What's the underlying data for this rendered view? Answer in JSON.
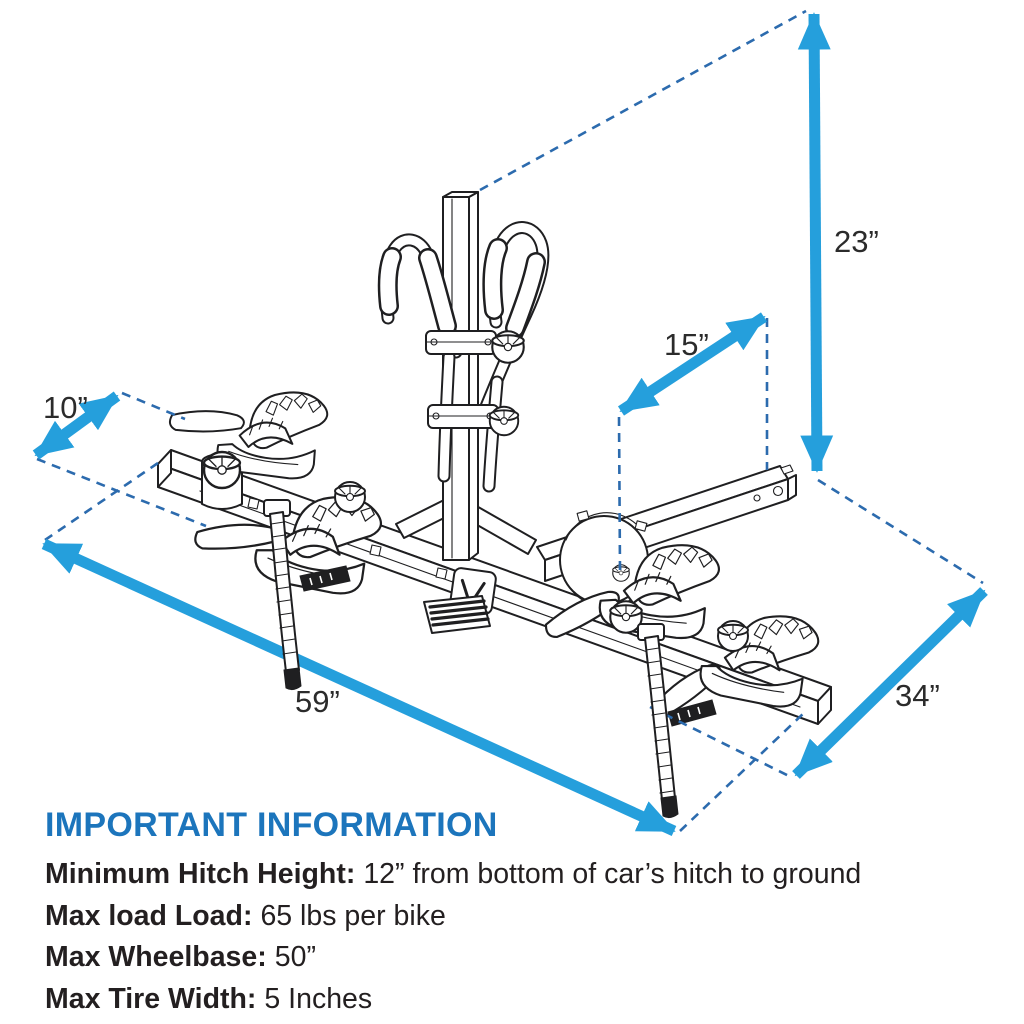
{
  "colors": {
    "arrow_blue": "#259FDC",
    "guide_blue": "#2C6BAE",
    "heading_blue": "#1C75BC",
    "text_dark": "#231F20",
    "line_art": "#1F1F21"
  },
  "dimensions": {
    "height": {
      "label": "23”"
    },
    "spacing": {
      "label": "15”"
    },
    "tray_width": {
      "label": "10”"
    },
    "length": {
      "label": "59”"
    },
    "depth": {
      "label": "34”"
    }
  },
  "info": {
    "heading": "IMPORTANT INFORMATION",
    "items": [
      {
        "label": "Minimum Hitch Height:",
        "value": "12” from bottom of car’s hitch to ground"
      },
      {
        "label": "Max load Load:",
        "value": "65 lbs per bike"
      },
      {
        "label": "Max Wheelbase:",
        "value": "50”"
      },
      {
        "label": "Max Tire Width:",
        "value": "5 Inches"
      }
    ]
  }
}
